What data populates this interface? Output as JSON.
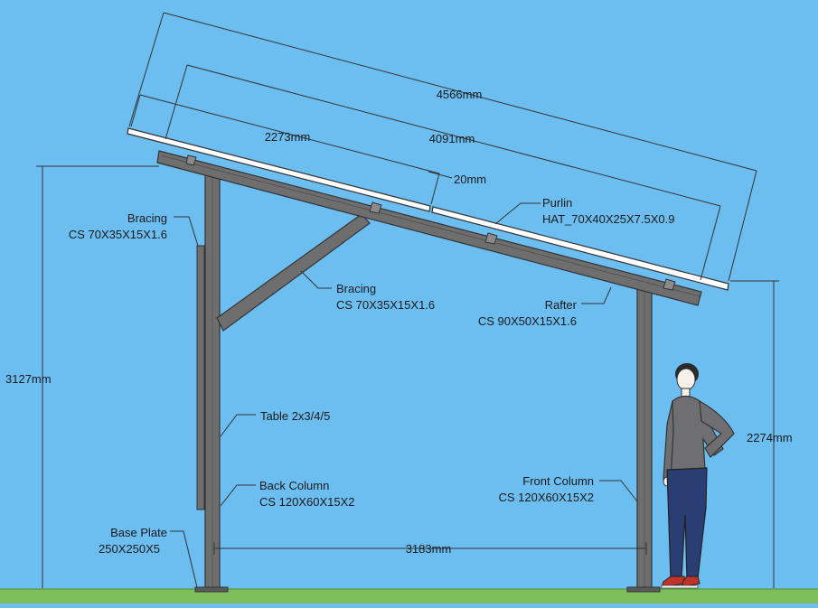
{
  "colors": {
    "sky": "#6cbdf0",
    "ground": "#7cbf5a",
    "steel": "#6e6e6e",
    "steel_dark": "#3a3a3a",
    "panel": "#ffffff",
    "dimension_line": "#333333"
  },
  "dimensions": {
    "overall_length": "4566mm",
    "panel_span": "4091mm",
    "panel_width": "2273mm",
    "panel_gap": "20mm",
    "back_height": "3127mm",
    "front_height": "2274mm",
    "column_spacing": "3183mm"
  },
  "labels": {
    "bracing_top": {
      "line1": "Bracing",
      "line2": "CS 70X35X15X1.6"
    },
    "bracing_mid": {
      "line1": "Bracing",
      "line2": "CS 70X35X15X1.6"
    },
    "purlin": {
      "line1": "Purlin",
      "line2": "HAT_70X40X25X7.5X0.9"
    },
    "rafter": {
      "line1": "Rafter",
      "line2": "CS 90X50X15X1.6"
    },
    "table": {
      "line1": "Table 2x3/4/5"
    },
    "back_column": {
      "line1": "Back Column",
      "line2": "CS 120X60X15X2"
    },
    "front_column": {
      "line1": "Front Column",
      "line2": "CS 120X60X15X2"
    },
    "base_plate": {
      "line1": "Base Plate",
      "line2": "250X250X5"
    }
  },
  "figure": {
    "icon": "person-figure"
  }
}
